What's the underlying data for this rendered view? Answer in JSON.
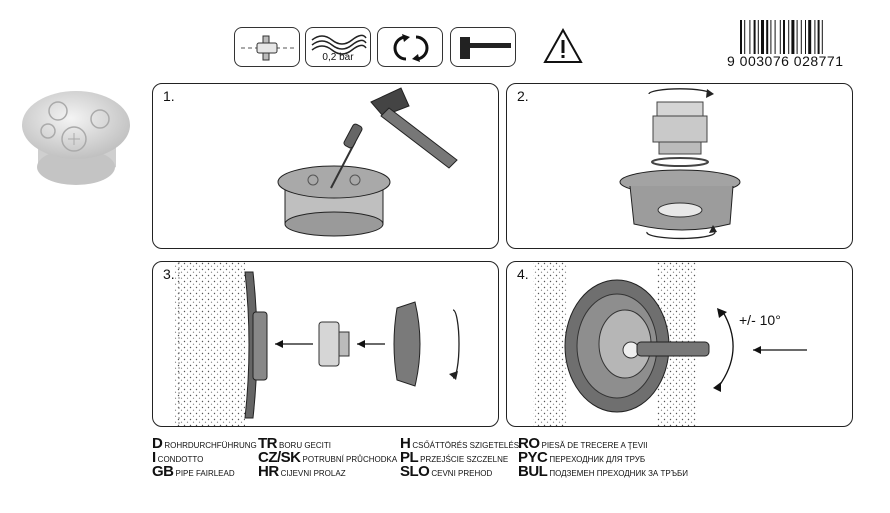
{
  "header": {
    "pressure_label": "0,2 bar",
    "barcode_number": "9 003076 028771"
  },
  "steps": [
    {
      "number": "1."
    },
    {
      "number": "2."
    },
    {
      "number": "3."
    },
    {
      "number": "4."
    }
  ],
  "step4": {
    "angle_label": "+/- 10°"
  },
  "legend": {
    "col1": [
      {
        "code": "D",
        "text": "Rohrdurchführung"
      },
      {
        "code": "I",
        "text": "condotto"
      },
      {
        "code": "GB",
        "text": "pipe fairlead"
      }
    ],
    "col2": [
      {
        "code": "TR",
        "text": "boru geciti"
      },
      {
        "code": "CZ/SK",
        "text": "potrubní průchodka"
      },
      {
        "code": "HR",
        "text": "cijevni prolaz"
      }
    ],
    "col3": [
      {
        "code": "H",
        "text": "csőáttörés szigetelés"
      },
      {
        "code": "PL",
        "text": "przejście szczelne"
      },
      {
        "code": "SLO",
        "text": "cevni prehod"
      }
    ],
    "col4": [
      {
        "code": "RO",
        "text": "piesă de trecere a ţevii"
      },
      {
        "code": "PYC",
        "text": "переходник для труб"
      },
      {
        "code": "BUL",
        "text": "подземен преходник за тръби"
      }
    ]
  },
  "colors": {
    "stroke": "#222222",
    "shade": "#9a9a9a",
    "light": "#d9d9d9"
  }
}
